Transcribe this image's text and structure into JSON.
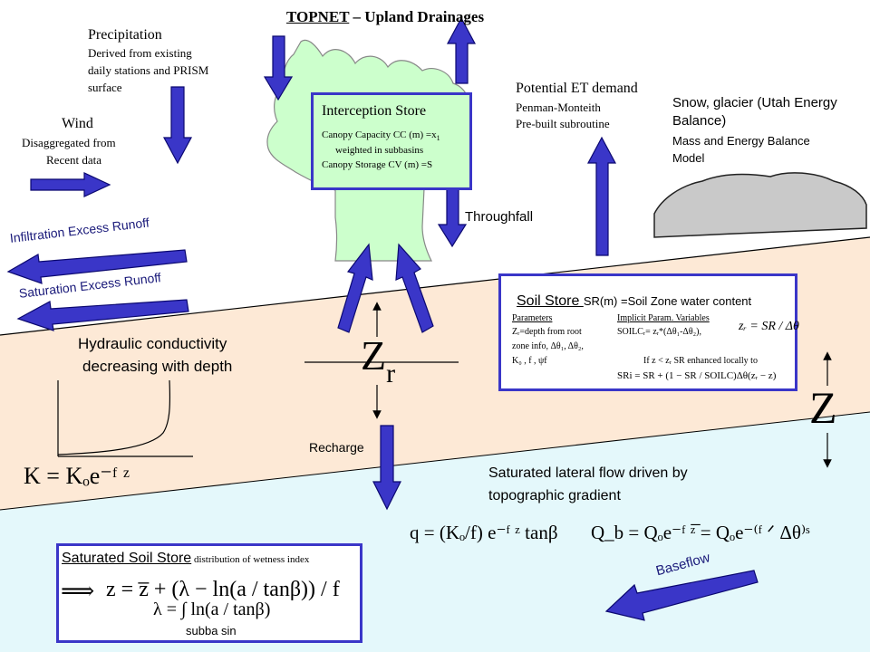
{
  "title": {
    "main": "TOPNET",
    "rest": " – Upland Drainages"
  },
  "precipitation": {
    "heading": "Precipitation",
    "lines": [
      "Derived from existing",
      "daily stations and PRISM",
      "surface"
    ]
  },
  "wind": {
    "heading": "Wind",
    "lines": [
      "Disaggregated from",
      "Recent data"
    ]
  },
  "interception": {
    "heading": "Interception Store",
    "line1_a": "Canopy Capacity CC (m) =x",
    "line1_sub": "1",
    "line2": "weighted in subbasins",
    "line3": "Canopy Storage CV (m) =S"
  },
  "potential_et": {
    "heading": "Potential ET demand",
    "lines": [
      "Penman-Monteith",
      "Pre-built subroutine"
    ]
  },
  "snow": {
    "heading_line1": "Snow, glacier (Utah Energy",
    "heading_line2": "Balance)",
    "lines": [
      "Mass and Energy Balance",
      "Model"
    ]
  },
  "throughfall": "Throughfall",
  "infiltration_runoff": "Infiltration Excess Runoff",
  "saturation_runoff": "Saturation Excess Runoff",
  "hydraulic": {
    "line1": "Hydraulic conductivity",
    "line2": "decreasing with depth"
  },
  "zr": {
    "main": "Z",
    "sub": "r"
  },
  "z_big": "Z",
  "recharge": "Recharge",
  "soil_store": {
    "heading": "Soil Store ",
    "heading_rest": "SR(m) =Soil Zone water content",
    "params_head": "Parameters",
    "params": [
      "Zᵣ=depth from root",
      "zone info, Δθ₁, Δθ₂,",
      "K₀ , f ,  ψf"
    ],
    "implicit_head": "Implicit Param. Variables",
    "implicit_line1": "SOILCᵣ= zᵣ*(Δθ₁-Δθ₂),",
    "implicit_line2": "If z < zᵣ  SR enhanced locally to",
    "formula_zr": "zᵣ = SR / Δθ",
    "formula_sri": "SRi = SR + (1 − SR / SOILC)Δθ(zᵣ − z)"
  },
  "k_formula": "K = Kₒe⁻ᶠ ᶻ",
  "lateral_flow": {
    "line1": "Saturated lateral flow driven by",
    "line2": "topographic gradient"
  },
  "q_formula": "q = (Kₒ/f) e⁻ᶠ ᶻ tanβ",
  "qb_formula": "Q_b = Qₒe⁻ᶠ ᶻ̅ = Qₒe⁻⁽ᶠ ᐟ Δθ⁾ˢ",
  "baseflow": "Baseflow",
  "saturated_store": {
    "heading": "Saturated Soil Store",
    "heading_rest": " distribution of wetness index",
    "formula1": "z = z̅ + (λ − ln(a / tanβ)) / f",
    "formula2": "λ = ∫ ln(a / tanβ)",
    "integral_sub": "subba sin",
    "implies": "⟹"
  },
  "colors": {
    "arrow": "#3a36c8",
    "soil": "#fde9d6",
    "saturated": "#e4f8fb",
    "canopy": "#ccffcc",
    "cloud": "#c8c8c8"
  }
}
